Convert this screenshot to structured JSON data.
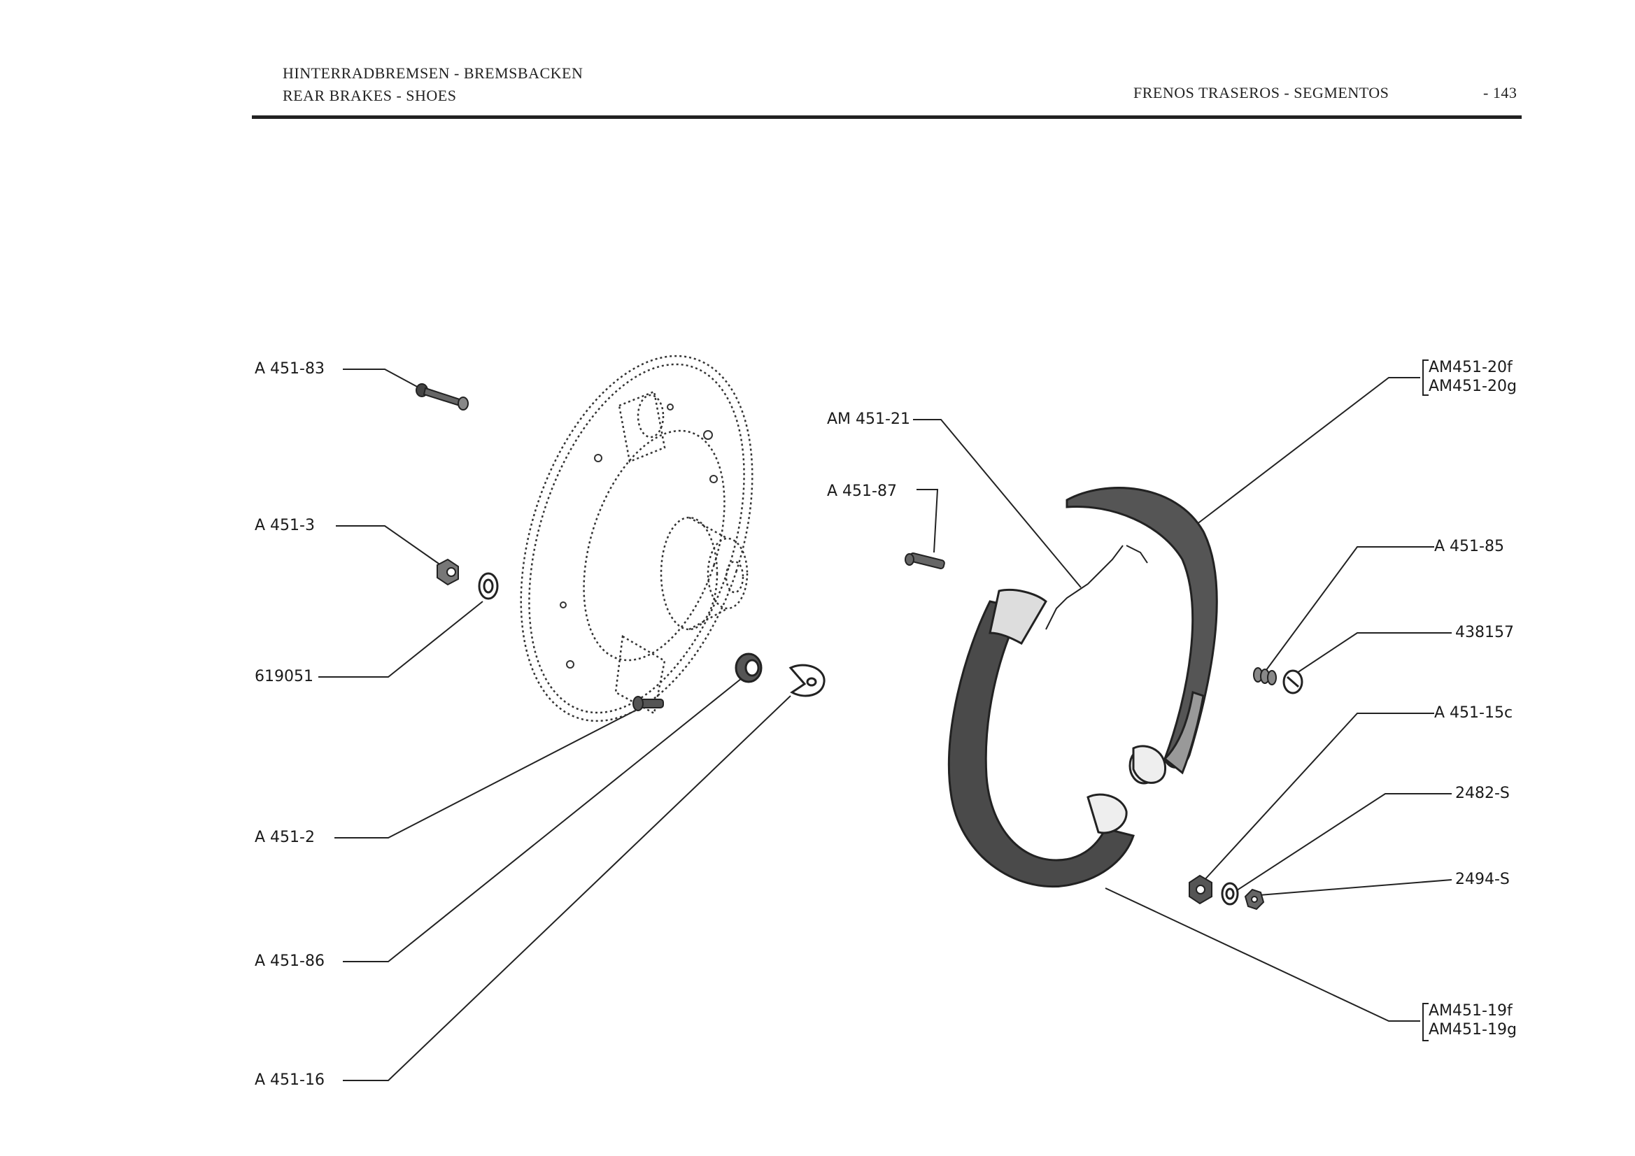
{
  "header": {
    "title_de": "HINTERRADBREMSEN - BREMSBACKEN",
    "title_en": "REAR BRAKES - SHOES",
    "title_es": "FRENOS TRASEROS - SEGMENTOS",
    "page_number": "- 143"
  },
  "parts_left": {
    "p1": "A 451-83",
    "p2": "A 451-3",
    "p3": "619051",
    "p4": "A 451-2",
    "p5": "A 451-86",
    "p6": "A 451-16"
  },
  "parts_center": {
    "p1": "AM 451-21",
    "p2": "A 451-87"
  },
  "parts_right": {
    "p1a": "AM451-20f",
    "p1b": "AM451-20g",
    "p2": "A 451-85",
    "p3": "438157",
    "p4": "A 451-15c",
    "p5": "2482-S",
    "p6": "2494-S",
    "p7a": "AM451-19f",
    "p7b": "AM451-19g"
  }
}
